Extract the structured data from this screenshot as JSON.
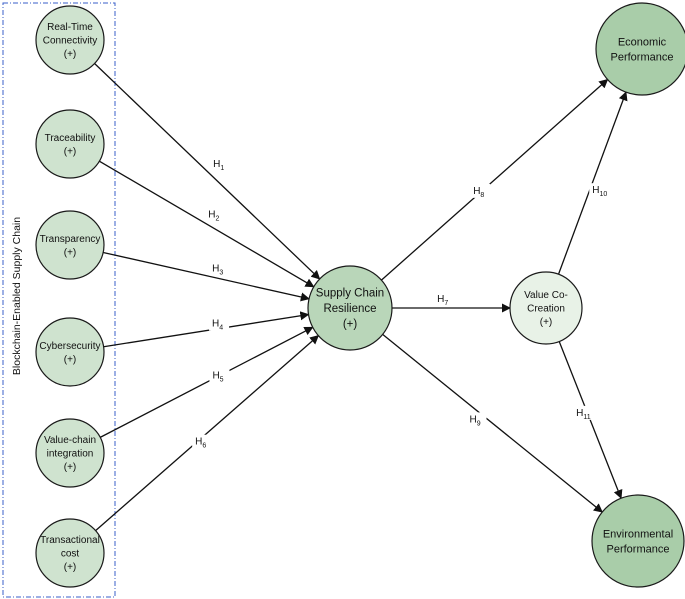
{
  "group_label": "Blockchain-Enabled Supply Chain",
  "antecedents": [
    {
      "id": "realtime",
      "lines": [
        "Real-Time",
        "Connectivity",
        "(+)"
      ]
    },
    {
      "id": "traceability",
      "lines": [
        "Traceability",
        "(+)"
      ]
    },
    {
      "id": "transparency",
      "lines": [
        "Transparency",
        "(+)"
      ]
    },
    {
      "id": "cybersecurity",
      "lines": [
        "Cybersecurity",
        "(+)"
      ]
    },
    {
      "id": "valuechain",
      "lines": [
        "Value-chain",
        "integration",
        "(+)"
      ]
    },
    {
      "id": "transactional",
      "lines": [
        "Transactional",
        "cost",
        "(+)"
      ]
    }
  ],
  "center": {
    "id": "resilience",
    "lines": [
      "Supply Chain",
      "Resilience",
      "(+)"
    ]
  },
  "mediator": {
    "id": "cocreation",
    "lines": [
      "Value Co-",
      "Creation",
      "(+)"
    ]
  },
  "outcomes": [
    {
      "id": "economic",
      "lines": [
        "Economic",
        "Performance"
      ]
    },
    {
      "id": "environmental",
      "lines": [
        "Environmental",
        "Performance"
      ]
    }
  ],
  "hypotheses": [
    {
      "from": "realtime",
      "to": "resilience",
      "label": "H",
      "sub": "1"
    },
    {
      "from": "traceability",
      "to": "resilience",
      "label": "H",
      "sub": "2"
    },
    {
      "from": "transparency",
      "to": "resilience",
      "label": "H",
      "sub": "3"
    },
    {
      "from": "cybersecurity",
      "to": "resilience",
      "label": "H",
      "sub": "4"
    },
    {
      "from": "valuechain",
      "to": "resilience",
      "label": "H",
      "sub": "5"
    },
    {
      "from": "transactional",
      "to": "resilience",
      "label": "H",
      "sub": "6"
    },
    {
      "from": "resilience",
      "to": "cocreation",
      "label": "H",
      "sub": "7"
    },
    {
      "from": "resilience",
      "to": "economic",
      "label": "H",
      "sub": "8"
    },
    {
      "from": "resilience",
      "to": "environmental",
      "label": "H",
      "sub": "9"
    },
    {
      "from": "cocreation",
      "to": "economic",
      "label": "H",
      "sub": "10"
    },
    {
      "from": "cocreation",
      "to": "environmental",
      "label": "H",
      "sub": "11"
    }
  ]
}
